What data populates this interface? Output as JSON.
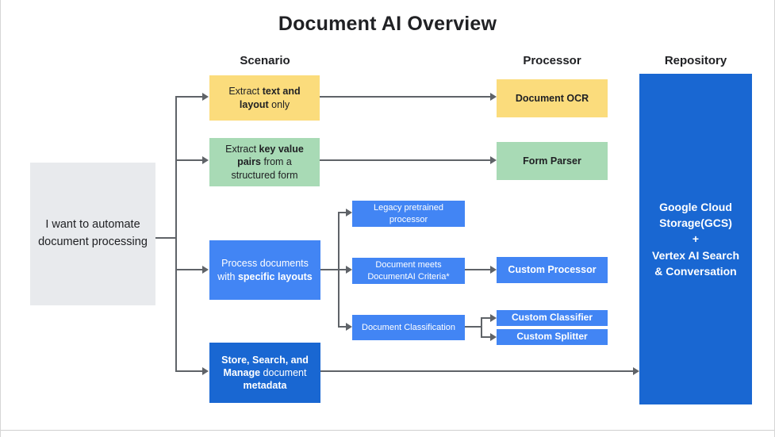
{
  "title": "Document AI Overview",
  "columns": {
    "scenario": "Scenario",
    "processor": "Processor",
    "repository": "Repository"
  },
  "colors": {
    "yellow": "#FBDC7C",
    "green": "#A8DAB5",
    "blue": "#4285F4",
    "dark_blue": "#1967D2",
    "gray": "#E8EAED",
    "connector": "#5F6368"
  },
  "nodes": {
    "intent": {
      "text": "I want to automate document processing"
    },
    "extract_text": {
      "seg": [
        {
          "t": "Extract "
        },
        {
          "t": "text and layout"
        },
        {
          "t": " only"
        }
      ]
    },
    "extract_kv": {
      "seg": [
        {
          "t": "Extract "
        },
        {
          "t": "key value pairs"
        },
        {
          "t": " from a structured form"
        }
      ]
    },
    "specific_layouts": {
      "seg": [
        {
          "t": "Process documents with "
        },
        {
          "t": "specific layouts"
        }
      ]
    },
    "store_search": {
      "seg": [
        {
          "t": "Store, Search, and Manage"
        },
        {
          "t": " document "
        },
        {
          "t": "metadata"
        }
      ]
    },
    "document_ocr": {
      "label": "Document OCR"
    },
    "form_parser": {
      "label": "Form Parser"
    },
    "legacy_pretrained": {
      "label": "Legacy pretrained processor"
    },
    "documentai_criteria": {
      "label": "Document meets DocumentAI Criteria*"
    },
    "document_classification": {
      "label": "Document Classification"
    },
    "custom_processor": {
      "label": "Custom Processor"
    },
    "custom_classifier": {
      "label": "Custom Classifier"
    },
    "custom_splitter": {
      "label": "Custom Splitter"
    },
    "repository": {
      "line1": "Google Cloud Storage(GCS)",
      "plus": "+",
      "line2": "Vertex AI Search & Conversation"
    }
  }
}
